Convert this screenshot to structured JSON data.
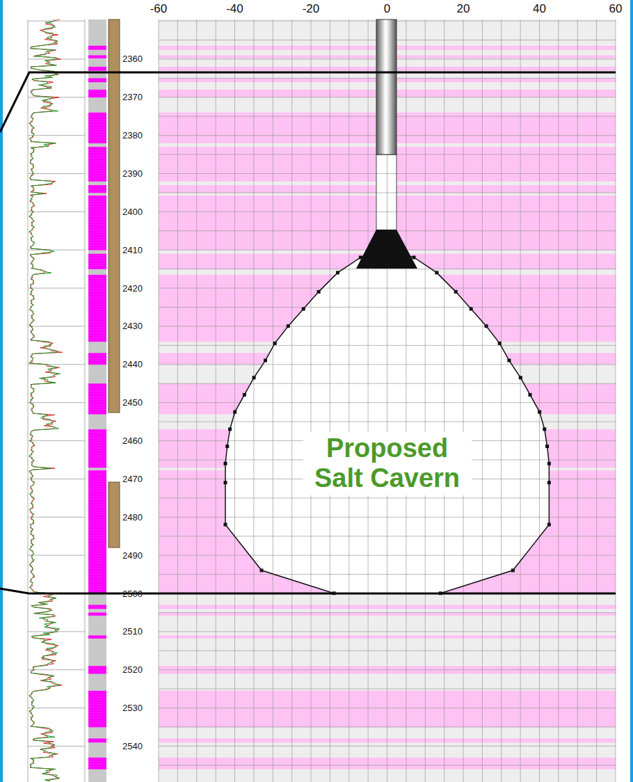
{
  "diagram": {
    "nodes": [
      {
        "text": [
          "Proposed Salt Cavern"
        ]
      }
    ],
    "labels": [
      "-60",
      "-40",
      "-20",
      "0",
      "20",
      "40",
      "60",
      "2360",
      "2370",
      "2380",
      "2390",
      "2400",
      "2410",
      "2420",
      "2430",
      "2440",
      "2450",
      "2460",
      "2470",
      "2480",
      "2490",
      "2500",
      "2510",
      "2520",
      "2530",
      "2540"
    ]
  }
}
